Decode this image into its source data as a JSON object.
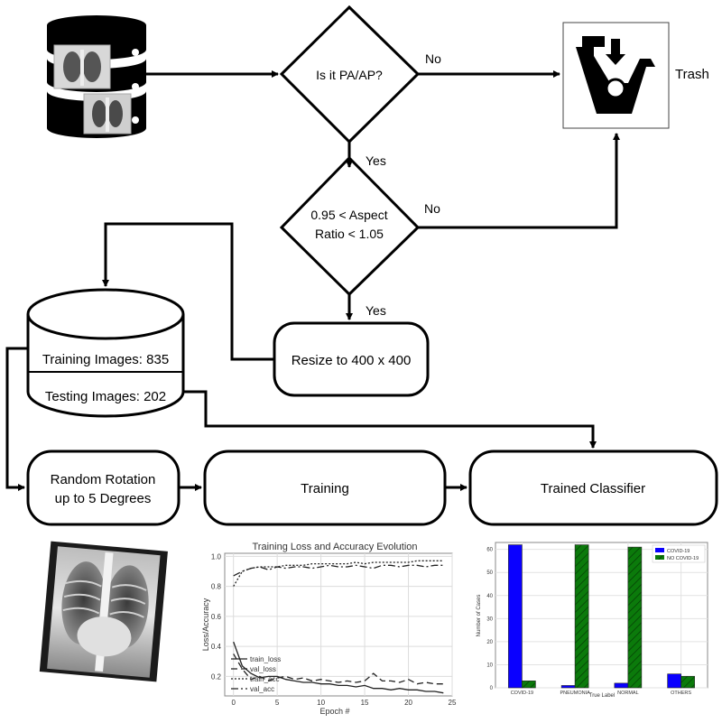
{
  "flow": {
    "decision1": "Is it PA/AP?",
    "decision1_no": "No",
    "decision1_yes": "Yes",
    "decision2_line1": "0.95 < Aspect",
    "decision2_line2": "Ratio < 1.05",
    "decision2_no": "No",
    "decision2_yes": "Yes",
    "trash_label": "Trash",
    "resize": "Resize to 400 x 400",
    "db_training": "Training Images: 835",
    "db_testing": "Testing Images: 202",
    "rotation_line1": "Random Rotation",
    "rotation_line2": "up to 5 Degrees",
    "training": "Training",
    "classifier": "Trained Classifier"
  },
  "icons": {
    "database": "database-icon",
    "trash": "trash-bin-icon",
    "xray": "chest-xray-icon"
  },
  "chart_data": [
    {
      "type": "line",
      "title": "Training Loss and Accuracy Evolution",
      "xlabel": "Epoch #",
      "ylabel": "Loss/Accuracy",
      "xlim": [
        -1,
        25
      ],
      "ylim": [
        0.07,
        1.02
      ],
      "xticks": [
        0,
        5,
        10,
        15,
        20,
        25
      ],
      "yticks": [
        0.2,
        0.4,
        0.6,
        0.8,
        1.0
      ],
      "ytick_labels": [
        "0.2",
        "0.4",
        "0.6",
        "0.8",
        "1.0"
      ],
      "grid": true,
      "legend": "bottom-left",
      "x": [
        0,
        1,
        2,
        3,
        4,
        5,
        6,
        7,
        8,
        9,
        10,
        11,
        12,
        13,
        14,
        15,
        16,
        17,
        18,
        19,
        20,
        21,
        22,
        23,
        24
      ],
      "series": [
        {
          "name": "train_loss",
          "dash": "",
          "values": [
            0.43,
            0.27,
            0.22,
            0.19,
            0.2,
            0.2,
            0.18,
            0.17,
            0.16,
            0.16,
            0.15,
            0.15,
            0.14,
            0.14,
            0.13,
            0.14,
            0.12,
            0.12,
            0.11,
            0.12,
            0.11,
            0.11,
            0.1,
            0.1,
            0.09
          ]
        },
        {
          "name": "val_loss",
          "dash": "7 4",
          "values": [
            0.35,
            0.25,
            0.18,
            0.2,
            0.17,
            0.19,
            0.2,
            0.18,
            0.19,
            0.17,
            0.18,
            0.17,
            0.16,
            0.17,
            0.16,
            0.17,
            0.22,
            0.17,
            0.17,
            0.16,
            0.18,
            0.15,
            0.16,
            0.15,
            0.15
          ]
        },
        {
          "name": "train_acc",
          "dash": "2 2",
          "values": [
            0.8,
            0.9,
            0.92,
            0.93,
            0.93,
            0.93,
            0.94,
            0.94,
            0.94,
            0.95,
            0.95,
            0.95,
            0.95,
            0.95,
            0.96,
            0.95,
            0.96,
            0.96,
            0.96,
            0.96,
            0.96,
            0.97,
            0.97,
            0.97,
            0.97
          ]
        },
        {
          "name": "val_acc",
          "dash": "8 3 2 3",
          "values": [
            0.87,
            0.9,
            0.92,
            0.93,
            0.91,
            0.93,
            0.92,
            0.93,
            0.93,
            0.92,
            0.93,
            0.94,
            0.93,
            0.93,
            0.94,
            0.93,
            0.92,
            0.94,
            0.94,
            0.93,
            0.94,
            0.94,
            0.93,
            0.94,
            0.94
          ]
        }
      ]
    },
    {
      "type": "bar",
      "xlabel": "True Label",
      "ylabel": "Number of Cases",
      "ylim": [
        0,
        63
      ],
      "yticks": [
        0,
        10,
        20,
        30,
        40,
        50,
        60
      ],
      "grid": true,
      "legend": "top-right",
      "categories": [
        "COVID-19",
        "PNEUMONIA",
        "NORMAL",
        "OTHERS"
      ],
      "series": [
        {
          "name": "COVID-19",
          "color": "#0a00ff",
          "hatch": false,
          "values": [
            62,
            1,
            2,
            6
          ]
        },
        {
          "name": "NO COVID-19",
          "color": "#0b7a0b",
          "hatch": true,
          "values": [
            3,
            62,
            61,
            5
          ]
        }
      ]
    }
  ]
}
